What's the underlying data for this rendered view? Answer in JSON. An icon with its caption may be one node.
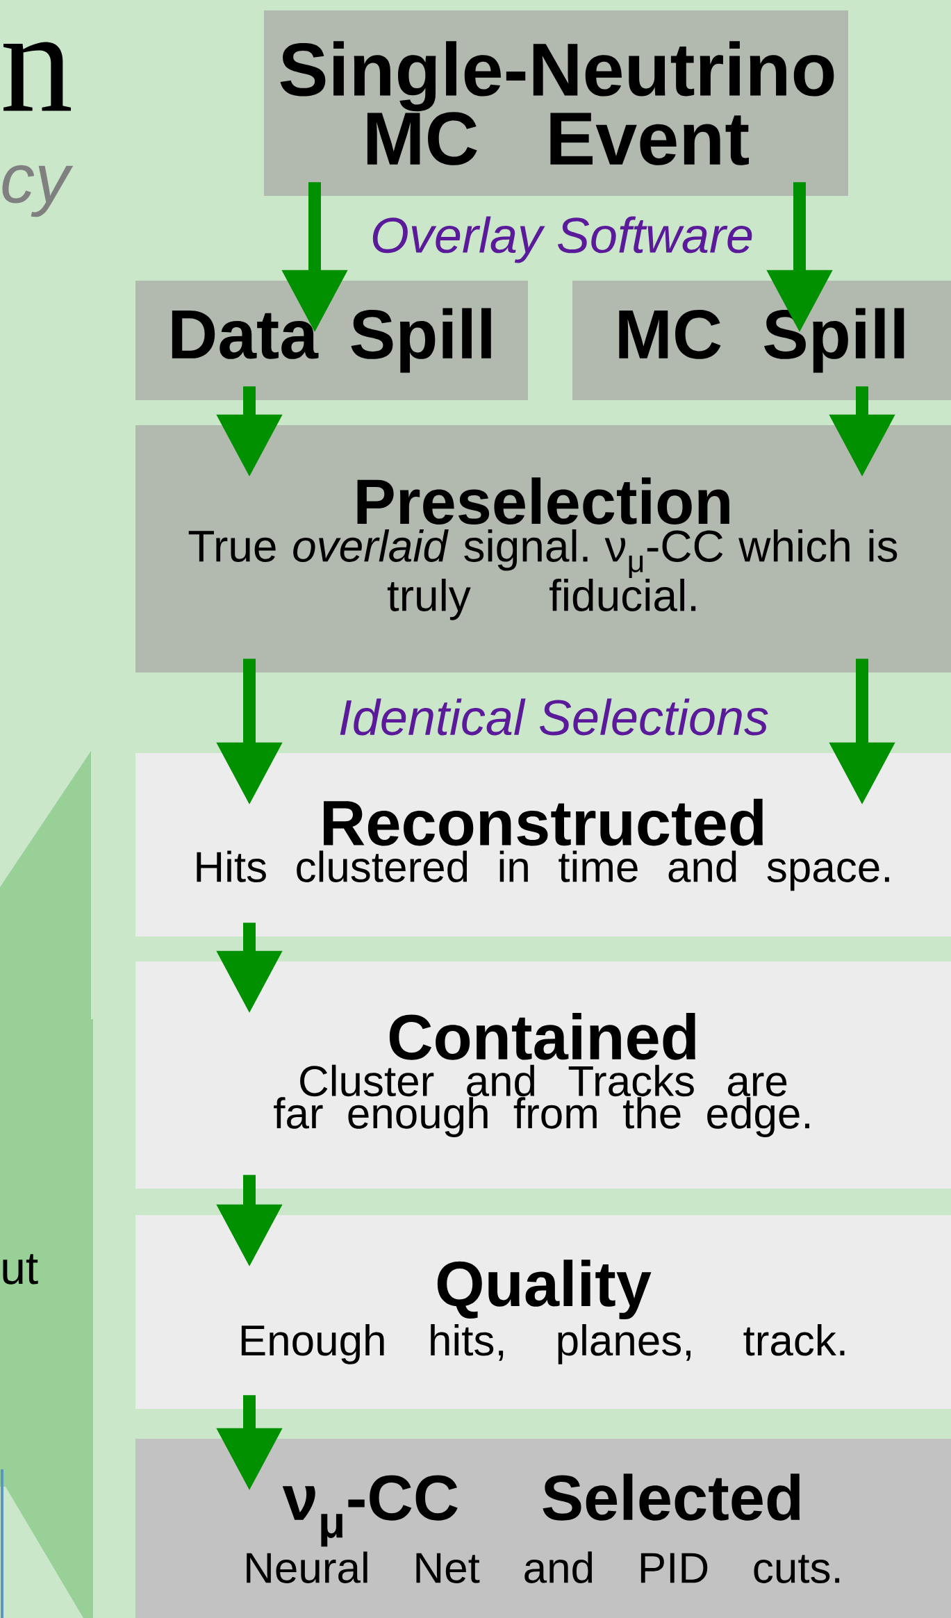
{
  "diagram": {
    "nodes": [
      {
        "text": [
          "Single-Neutrino MC Event"
        ]
      },
      {
        "text": [
          "Data Spill"
        ]
      },
      {
        "text": [
          "MC Spill"
        ]
      },
      {
        "text": [
          "Preselection",
          "True *overlaid* signal. ν$_{μ}$-CC which is truly fiducial."
        ]
      },
      {
        "text": [
          "Reconstructed",
          "Hits clustered in time and space."
        ]
      },
      {
        "text": [
          "Contained",
          "Cluster and Tracks are far enough from the edge."
        ]
      },
      {
        "text": [
          "Quality",
          "Enough hits, planes, track."
        ]
      },
      {
        "text": [
          "ν$_{μ}$-CC Selected",
          "Neural Net and PID cuts."
        ]
      }
    ],
    "edges": [
      {
        "from": 0,
        "to": 1,
        "arrow": "to"
      },
      {
        "from": 0,
        "to": 2,
        "arrow": "to"
      },
      {
        "from": 1,
        "to": 3,
        "arrow": "to"
      },
      {
        "from": 2,
        "to": 3,
        "arrow": "to"
      },
      {
        "from": 3,
        "to": 4,
        "arrow": "to"
      },
      {
        "from": 3,
        "to": 4,
        "arrow": "to"
      },
      {
        "from": 4,
        "to": 5,
        "arrow": "to"
      },
      {
        "from": 5,
        "to": 6,
        "arrow": "to"
      },
      {
        "from": 6,
        "to": 7,
        "arrow": "to"
      }
    ],
    "labels": [
      "n",
      "cy",
      "Overlay Software",
      "Identical Selections",
      "ut"
    ]
  }
}
